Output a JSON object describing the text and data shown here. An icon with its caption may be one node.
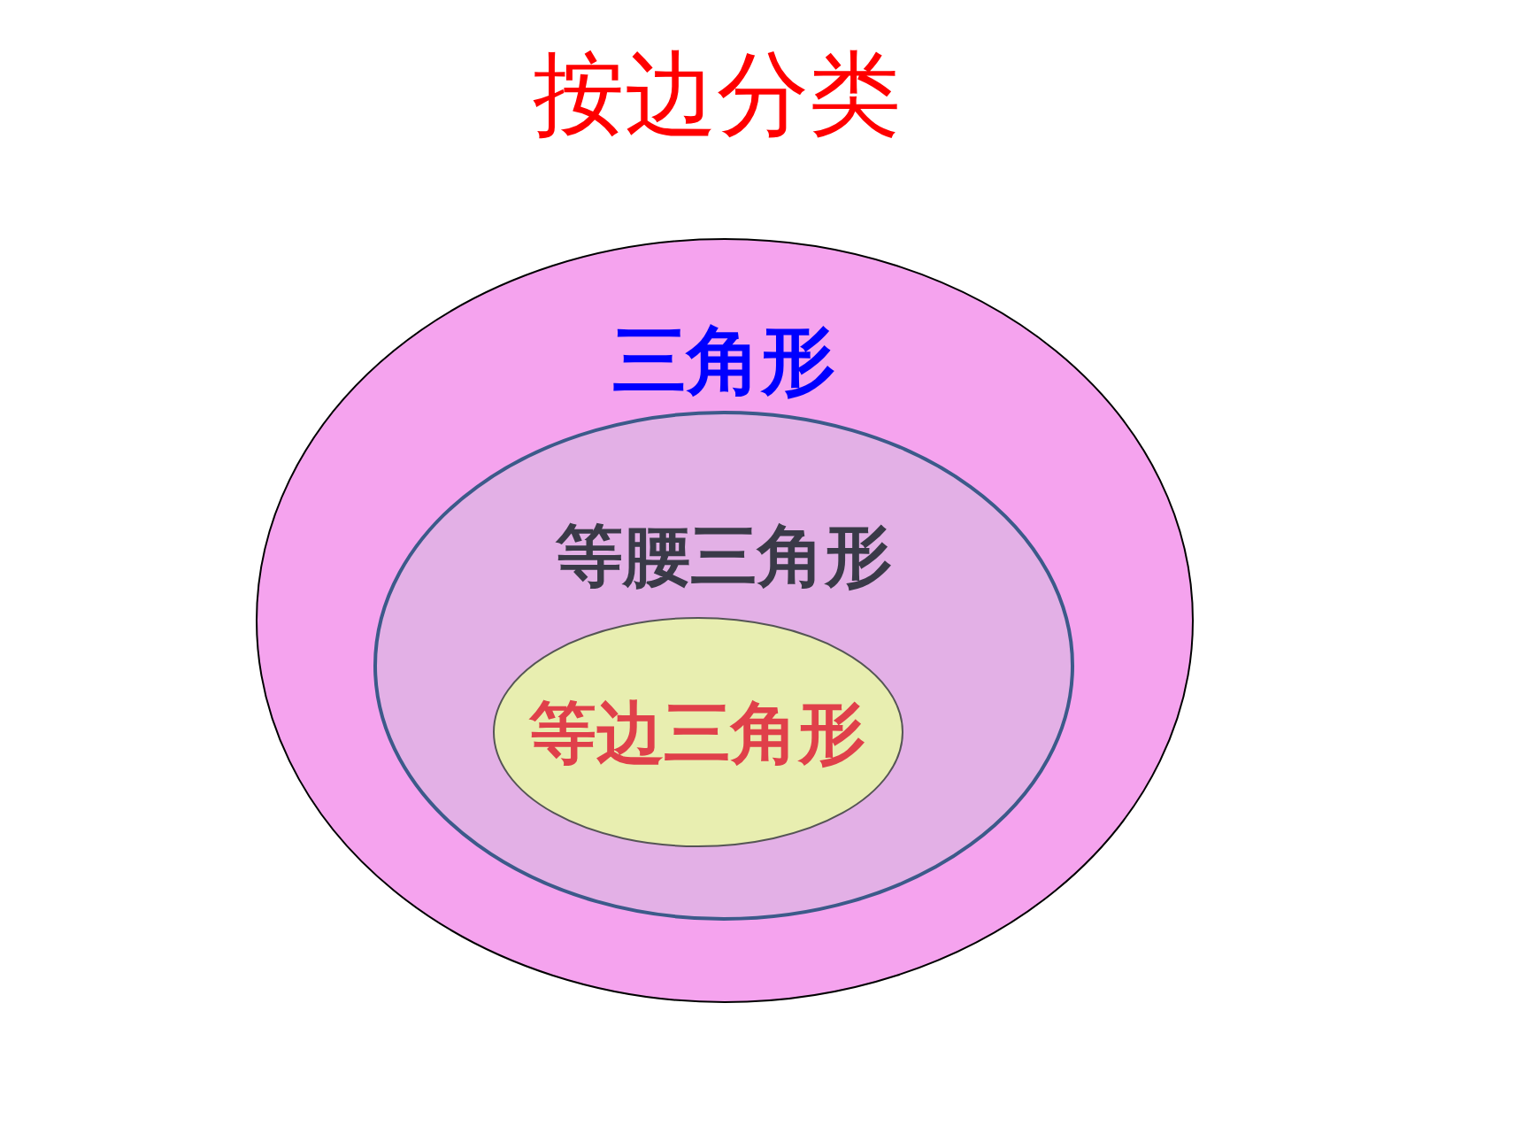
{
  "diagram": {
    "title": "按边分类",
    "nodes": [
      {
        "text": [
          "三角形"
        ]
      },
      {
        "text": [
          "等腰三角形"
        ],
        "in": 0
      },
      {
        "text": [
          "等边三角形"
        ],
        "in": 1
      }
    ]
  }
}
